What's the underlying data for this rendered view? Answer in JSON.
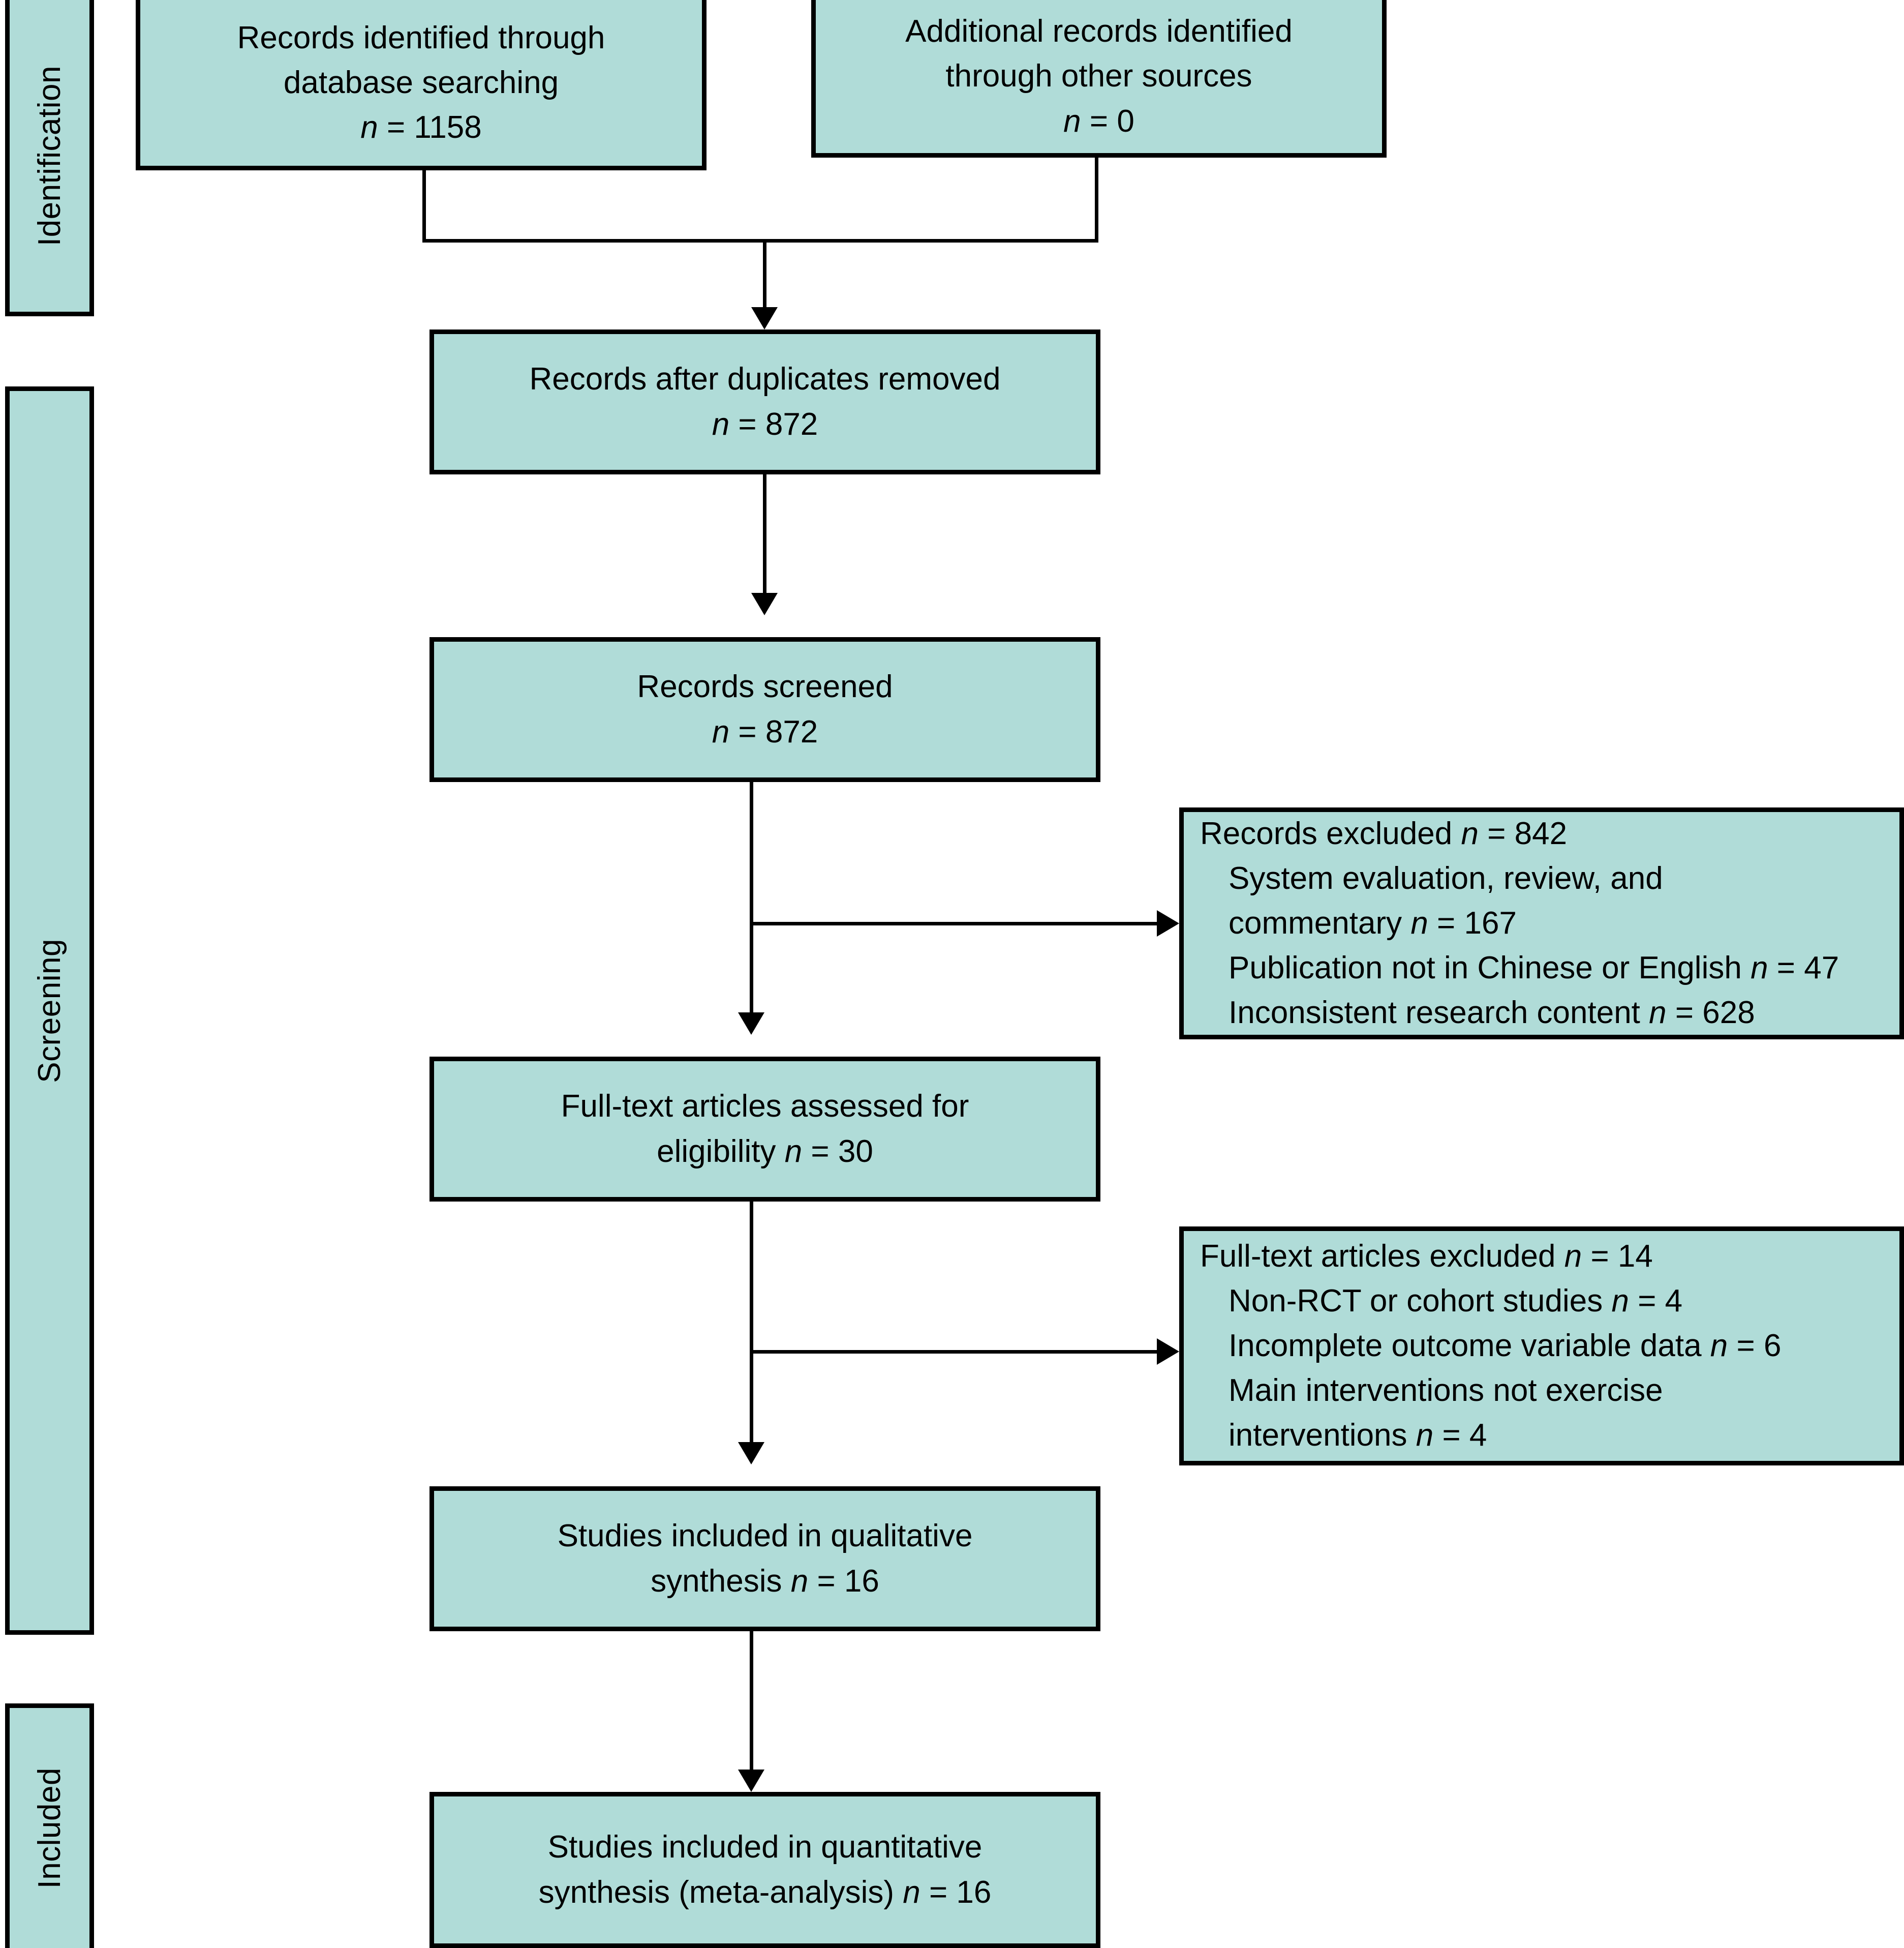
{
  "diagram": {
    "type": "PRISMA flow diagram",
    "accent_color": "#b0dcd8",
    "line_color": "#000000"
  },
  "phases": [
    {
      "id": "identification",
      "label": "Identification"
    },
    {
      "id": "screening",
      "label": "Screening"
    },
    {
      "id": "included",
      "label": "Included"
    }
  ],
  "nodes": {
    "db_search": {
      "line1": "Records identified through",
      "line2": "database searching",
      "n_label": "n",
      "eq": " = ",
      "n_value": "1158"
    },
    "other_sources": {
      "line1": "Additional records identified",
      "line2": "through other sources",
      "n_label": "n",
      "eq": " = ",
      "n_value": "0"
    },
    "duplicates_removed": {
      "line1": "Records after duplicates removed",
      "n_label": "n",
      "eq": " = ",
      "n_value": "872"
    },
    "records_screened": {
      "line1": "Records screened",
      "n_label": "n",
      "eq": " = ",
      "n_value": "872"
    },
    "records_excluded": {
      "heading": "Records excluded ",
      "heading_n": "n",
      "heading_eq": " = ",
      "heading_value": "842",
      "reasons": [
        {
          "text_a": "System evaluation, review, and",
          "text_b": "commentary ",
          "n": "n",
          "eq": " = ",
          "value": "167"
        },
        {
          "text_a": "",
          "text_b": "Publication not in Chinese or English ",
          "n": "n",
          "eq": " = ",
          "value": "47"
        },
        {
          "text_a": "",
          "text_b": "Inconsistent research content ",
          "n": "n",
          "eq": " = ",
          "value": "628"
        }
      ]
    },
    "fulltext_assessed": {
      "line1": "Full-text articles assessed for",
      "line2": "eligibility ",
      "n_label": "n",
      "eq": " = ",
      "n_value": "30"
    },
    "fulltext_excluded": {
      "heading": "Full-text articles excluded ",
      "heading_n": "n",
      "heading_eq": " = ",
      "heading_value": "14",
      "reasons": [
        {
          "text_a": "",
          "text_b": "Non-RCT or cohort studies ",
          "n": "n",
          "eq": " = ",
          "value": "4"
        },
        {
          "text_a": "",
          "text_b": "Incomplete outcome variable data ",
          "n": "n",
          "eq": " = ",
          "value": "6"
        },
        {
          "text_a": "Main interventions not exercise",
          "text_b": "interventions ",
          "n": "n",
          "eq": " = ",
          "value": "4"
        }
      ]
    },
    "qualitative": {
      "line1": "Studies included in qualitative",
      "line2": "synthesis ",
      "n_label": "n",
      "eq": " = ",
      "n_value": "16"
    },
    "quantitative": {
      "line1": "Studies included in quantitative",
      "line2": "synthesis (meta-analysis) ",
      "n_label": "n",
      "eq": " = ",
      "n_value": "16"
    }
  }
}
